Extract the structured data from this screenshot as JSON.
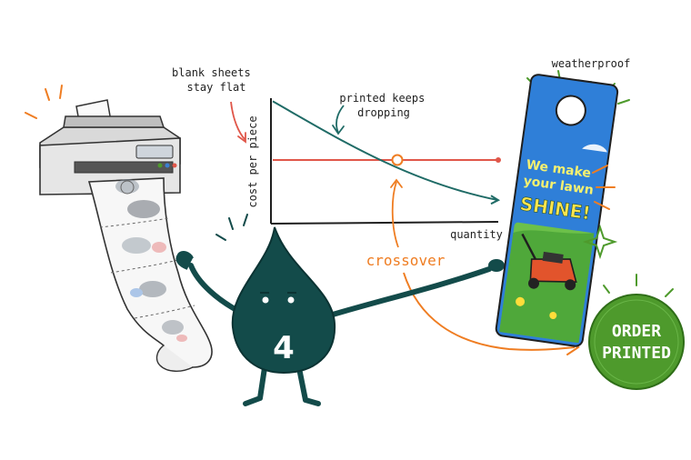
{
  "annotations": {
    "blank_sheets": [
      "blank sheets",
      "stay flat"
    ],
    "printed_keeps": [
      "printed keeps",
      "dropping"
    ],
    "weatherproof": "weatherproof",
    "crossover": "crossover"
  },
  "chart_data": {
    "type": "line",
    "ylabel": "cost per piece",
    "xlabel": "quantity",
    "series": [
      {
        "values": [
          1.0,
          1.0
        ],
        "color": "#e0574a"
      },
      {
        "values": [
          1.95,
          0.35
        ],
        "color": "#1f6b66"
      }
    ]
  },
  "mascot": {
    "number": "4",
    "color": "#134b4a"
  },
  "door_hanger": {
    "headline_lines": [
      "We make",
      "your lawn"
    ],
    "emphasis": "SHINE!"
  },
  "order_badge": {
    "lines": [
      "ORDER",
      "PRINTED"
    ],
    "color": "#4e9a2c"
  },
  "colors": {
    "teal": "#1f6b66",
    "coral": "#e0574a",
    "orange": "#ef7d22",
    "green": "#4e9a2c",
    "dark_teal": "#134b4a"
  }
}
